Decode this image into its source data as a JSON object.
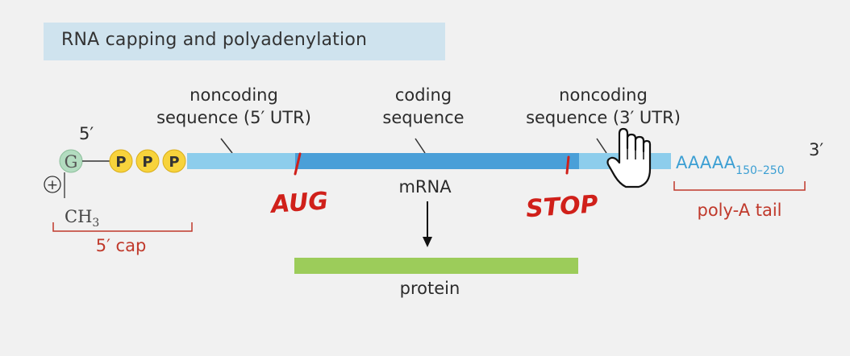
{
  "title": "RNA capping and polyadenylation",
  "labels": {
    "noncoding_5_line1": "noncoding",
    "noncoding_5_line2": "sequence (5′ UTR)",
    "coding_line1": "coding",
    "coding_line2": "sequence",
    "noncoding_3_line1": "noncoding",
    "noncoding_3_line2": "sequence (3′ UTR)",
    "five_prime": "5′",
    "three_prime": "3′",
    "guanine": "G",
    "phosphate": "P",
    "plus": "+",
    "methyl": "CH",
    "methyl_sub": "3",
    "cap": "5′ cap",
    "polyA_seq": "AAAAA",
    "polyA_sub": "150–250",
    "polyA_tail": "poly-A tail",
    "mrna": "mRNA",
    "protein": "protein"
  },
  "annotations": {
    "start": "AUG",
    "stop": "STOP"
  },
  "colors": {
    "utr": "#8dcdec",
    "coding": "#4a9fd8",
    "protein": "#9ccc5a",
    "phosphate": "#f7d33c",
    "guanine": "#b3dcc0",
    "bracket": "#c0392b",
    "ink_red": "#d0201a",
    "polyA": "#3c9fd3"
  }
}
